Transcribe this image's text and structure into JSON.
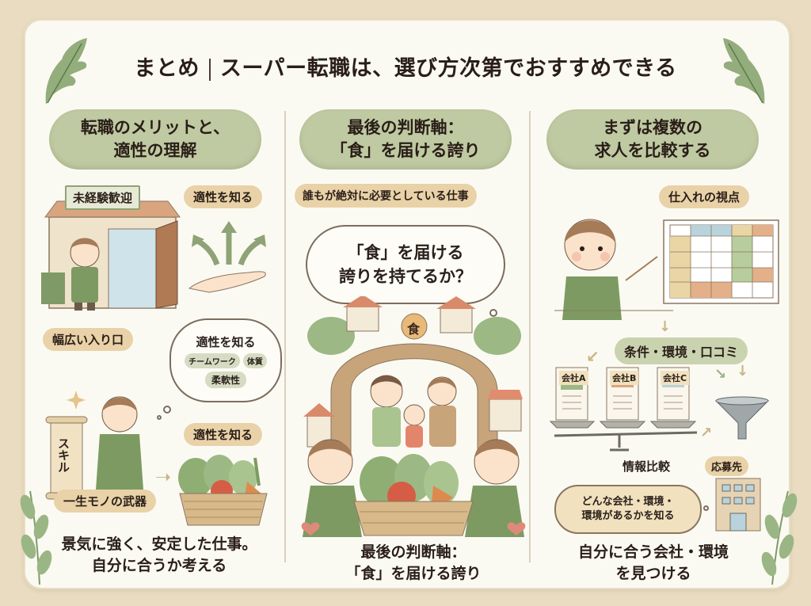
{
  "title": {
    "prefix": "まとめ",
    "main": "スーパー転職は、選び方次第でおすすめできる"
  },
  "columns": [
    {
      "header_line1": "転職のメリットと、",
      "header_line2": "適性の理解",
      "shop_sign": "未経験歓迎",
      "tag_know1": "適性を知る",
      "tag_entry": "幅広い入り口",
      "thought_title": "適性を知る",
      "thought_items": [
        "チームワーク",
        "体質",
        "柔軟性"
      ],
      "tag_know2": "適性を知る",
      "scroll_text": "スキル",
      "tag_weapon": "一生モノの武器",
      "caption_line1": "景気に強く、安定した仕事。",
      "caption_line2": "自分に合うか考える"
    },
    {
      "header_line1": "最後の判断軸：",
      "header_line2": "「食」を届ける誇り",
      "tag_needed": "誰もが絶対に必要としている仕事",
      "cloud_line1": "「食」を届ける",
      "cloud_line2": "誇りを持てるか？",
      "arch_emblem": "食",
      "caption_line1": "最後の判断軸：",
      "caption_line2": "「食」を届ける誇り"
    },
    {
      "header_line1": "まずは複数の",
      "header_line2": "求人を比較する",
      "tag_viewpoint": "仕入れの視点",
      "criteria": "条件・環境・口コミ",
      "companies": [
        "会社A",
        "会社B",
        "会社C"
      ],
      "info_compare": "情報比較",
      "apply_to": "応募先",
      "thought_line1": "どんな会社・環境・",
      "thought_line2": "環境があるかを知る",
      "caption_line1": "自分に合う会社・環境",
      "caption_line2": "を見つける"
    }
  ],
  "colors": {
    "background": "#eadcc0",
    "paper": "#fbfaf2",
    "header_pill": "#bfc9a2",
    "tag_tan": "#e9d2a8",
    "text": "#2a1e18",
    "apron_green": "#7d9a63"
  }
}
